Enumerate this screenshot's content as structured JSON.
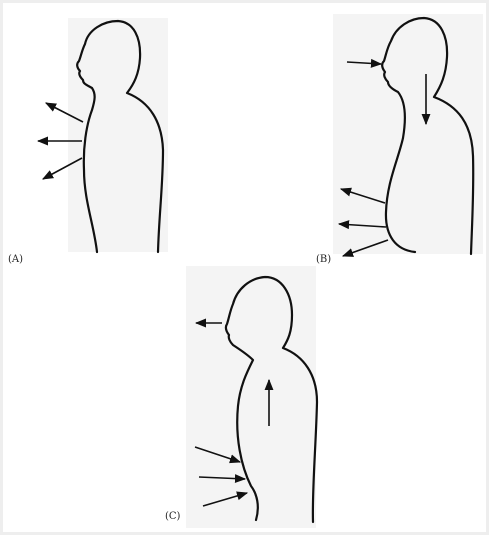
{
  "colors": {
    "page_background": "#eeeeee",
    "canvas": "#ffffff",
    "panel_backdrop": "#f4f4f4",
    "line": "#111111"
  },
  "panels": [
    {
      "label": "(A)"
    },
    {
      "label": "(B)"
    },
    {
      "label": "(C)"
    }
  ]
}
